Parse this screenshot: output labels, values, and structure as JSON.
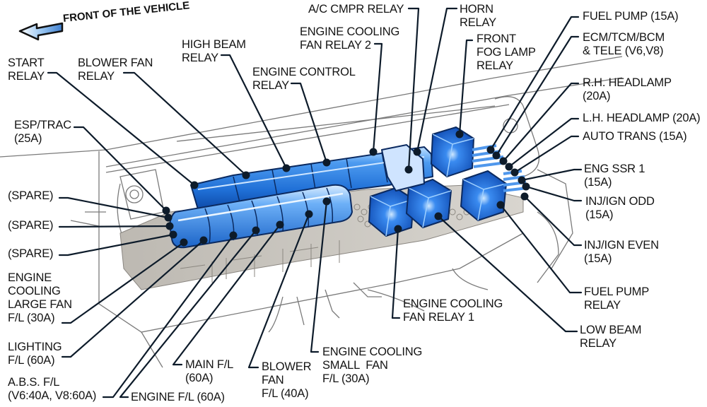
{
  "title": "Underhood Fuse Box",
  "orientation": {
    "label": "FRONT OF THE VEHICLE",
    "icon": "arrow-left-icon"
  },
  "colors": {
    "relay_blue": "#2f7fe0",
    "relay_dark": "#0b3a8a",
    "relay_light": "#8fc4ff",
    "line": "#0d1b2a",
    "outline": "#6b6b6b",
    "shade": "#c9c6c0"
  },
  "labels": [
    {
      "id": "start-relay",
      "lines": [
        "START",
        "RELAY"
      ]
    },
    {
      "id": "blower-fan-relay",
      "lines": [
        "BLOWER FAN",
        "RELAY"
      ]
    },
    {
      "id": "high-beam-relay",
      "lines": [
        "HIGH BEAM",
        "RELAY"
      ]
    },
    {
      "id": "engine-control-relay",
      "lines": [
        "ENGINE CONTROL",
        "RELAY"
      ]
    },
    {
      "id": "engine-cooling-fan-relay-2",
      "lines": [
        "ENGINE COOLING",
        "FAN RELAY 2"
      ]
    },
    {
      "id": "ac-cmpr-relay",
      "lines": [
        "A/C CMPR RELAY"
      ]
    },
    {
      "id": "horn-relay",
      "lines": [
        "HORN",
        "RELAY"
      ]
    },
    {
      "id": "front-fog-lamp-relay",
      "lines": [
        "FRONT",
        "FOG LAMP",
        "RELAY"
      ]
    },
    {
      "id": "fuel-pump-15a",
      "lines": [
        "FUEL PUMP (15A)"
      ]
    },
    {
      "id": "ecm-tcm-bcm-tele",
      "lines": [
        "ECM/TCM/BCM",
        "& TELE (V6,V8)"
      ]
    },
    {
      "id": "rh-headlamp",
      "lines": [
        "R.H. HEADLAMP",
        "(20A)"
      ]
    },
    {
      "id": "lh-headlamp",
      "lines": [
        "L.H. HEADLAMP (20A)"
      ]
    },
    {
      "id": "auto-trans",
      "lines": [
        "AUTO TRANS (15A)"
      ]
    },
    {
      "id": "eng-ssr-1",
      "lines": [
        "ENG SSR 1",
        "(15A)"
      ]
    },
    {
      "id": "inj-ign-odd",
      "lines": [
        "INJ/IGN ODD",
        "(15A)"
      ]
    },
    {
      "id": "inj-ign-even",
      "lines": [
        "INJ/IGN EVEN",
        "(15A)"
      ]
    },
    {
      "id": "fuel-pump-relay",
      "lines": [
        "FUEL PUMP",
        "RELAY"
      ]
    },
    {
      "id": "low-beam-relay",
      "lines": [
        "LOW BEAM",
        "RELAY"
      ]
    },
    {
      "id": "engine-cooling-fan-relay-1",
      "lines": [
        "ENGINE COOLING",
        "FAN RELAY 1"
      ]
    },
    {
      "id": "engine-cooling-small-fan",
      "lines": [
        "ENGINE COOLING",
        "SMALL  FAN",
        "F/L (30A)"
      ]
    },
    {
      "id": "blower-fan-fl",
      "lines": [
        "BLOWER",
        "FAN",
        "F/L (40A)"
      ]
    },
    {
      "id": "main-fl",
      "lines": [
        "MAIN F/L",
        "(60A)"
      ]
    },
    {
      "id": "engine-fl",
      "lines": [
        "ENGINE F/L (60A)"
      ]
    },
    {
      "id": "abs-fl",
      "lines": [
        "A.B.S. F/L",
        "(V6:40A, V8:60A)"
      ]
    },
    {
      "id": "lighting-fl",
      "lines": [
        "LIGHTING",
        "F/L (60A)"
      ]
    },
    {
      "id": "engine-cooling-large-fan",
      "lines": [
        "ENGINE",
        "COOLING",
        "LARGE FAN",
        "F/L (30A)"
      ]
    },
    {
      "id": "spare-3",
      "lines": [
        "(SPARE)"
      ]
    },
    {
      "id": "spare-2",
      "lines": [
        "(SPARE)"
      ]
    },
    {
      "id": "spare-1",
      "lines": [
        "(SPARE)"
      ]
    },
    {
      "id": "esp-trac",
      "lines": [
        "ESP/TRAC",
        "(25A)"
      ]
    }
  ]
}
